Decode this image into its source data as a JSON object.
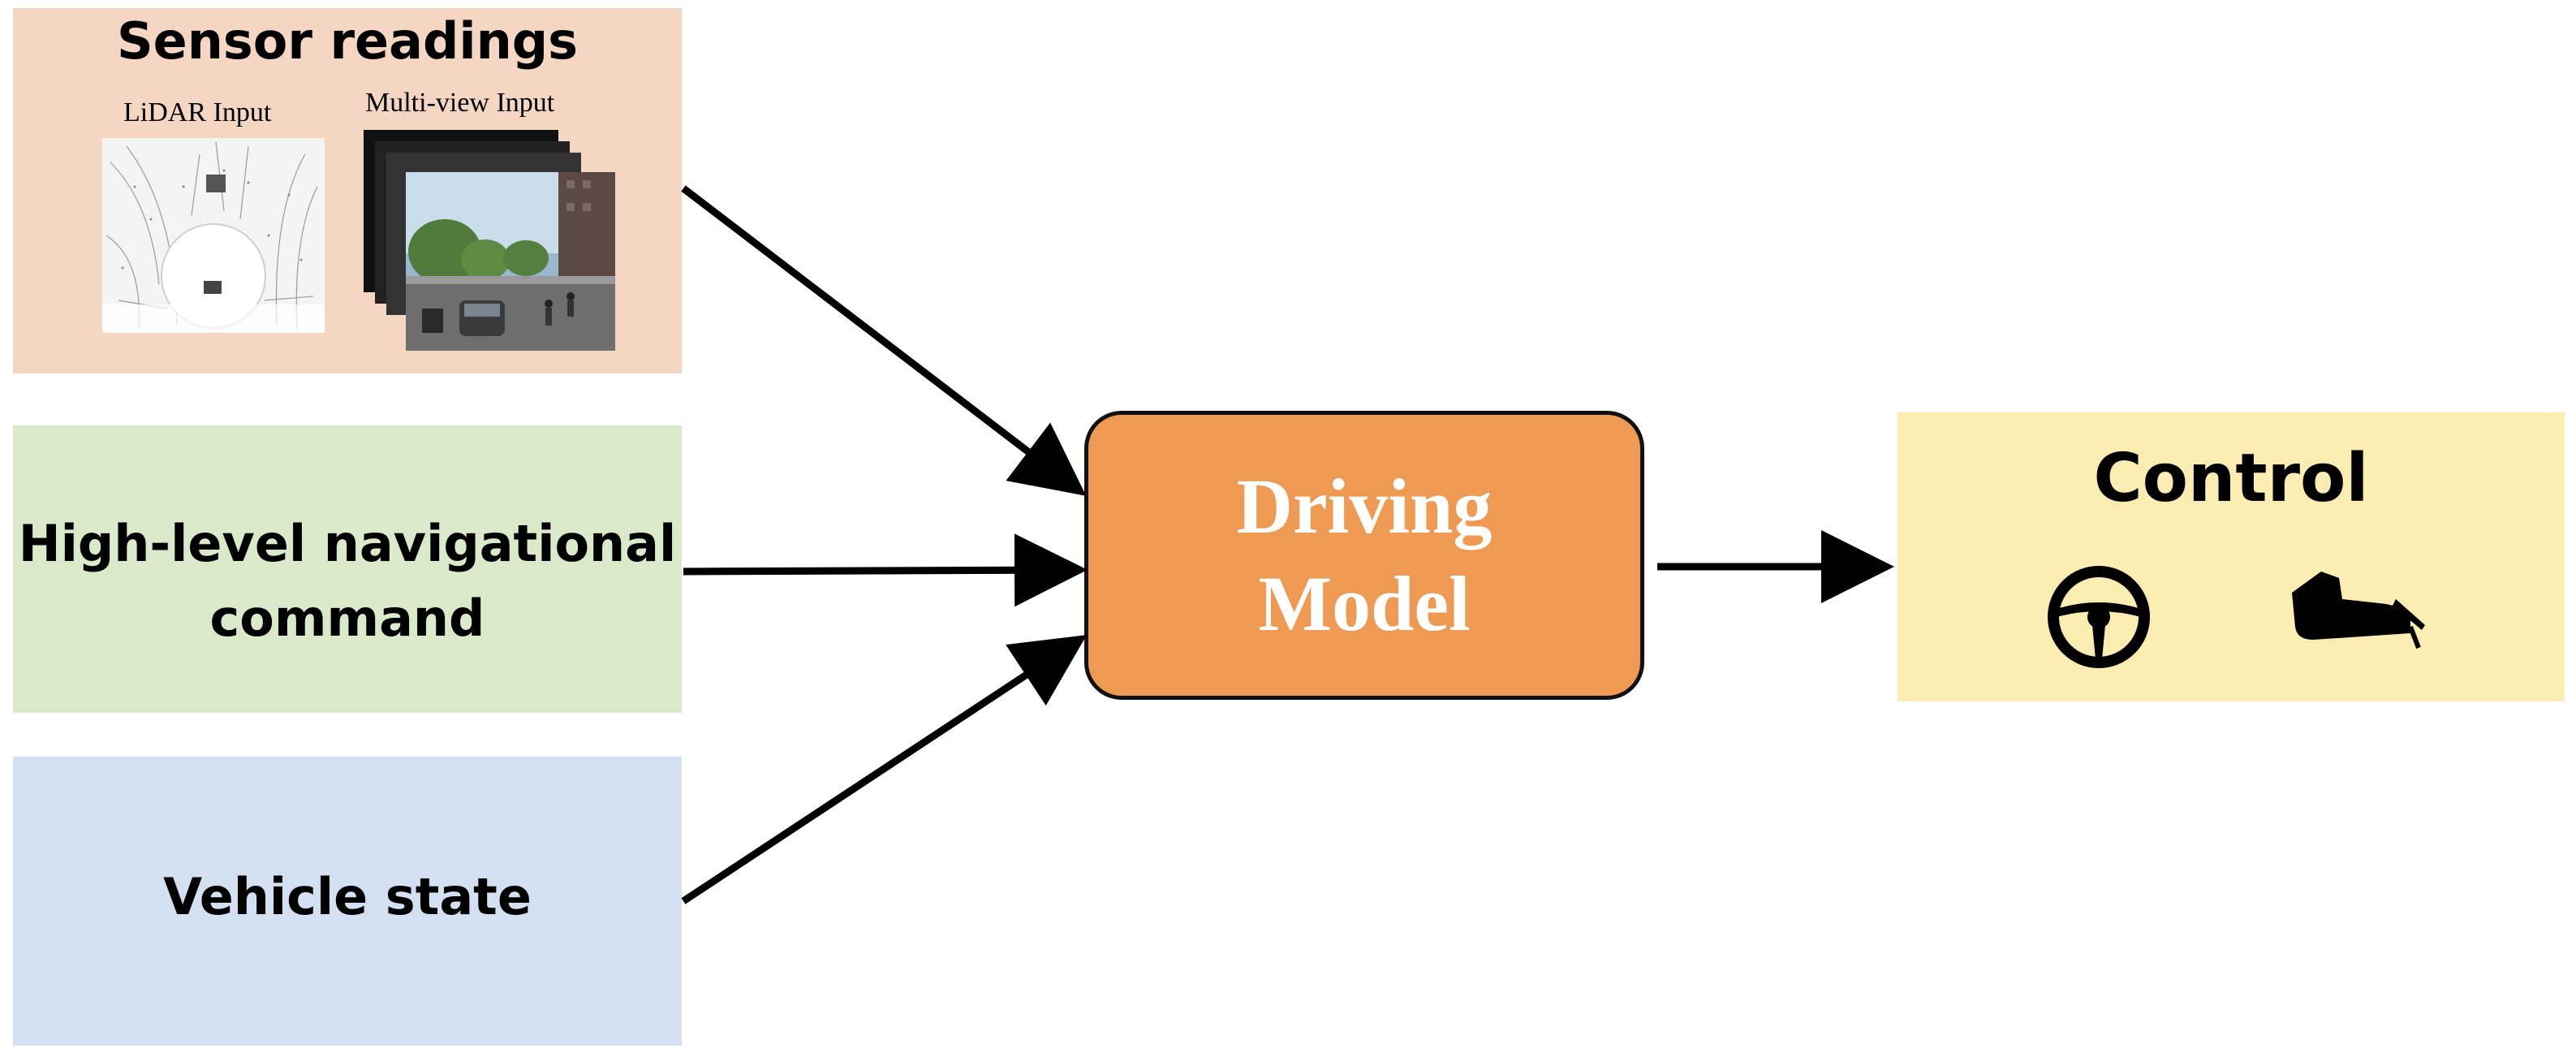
{
  "sensor": {
    "title": "Sensor readings",
    "lidar_label": "LiDAR Input",
    "multiview_label": "Multi-view Input"
  },
  "command": {
    "label": "High-level navigational\ncommand"
  },
  "vehicle_state": {
    "label": "Vehicle state"
  },
  "model": {
    "label": "Driving\nModel"
  },
  "control": {
    "title": "Control",
    "icons": [
      "steering-wheel-icon",
      "pedal-icon"
    ]
  },
  "colors": {
    "sensor_bg": "#f5d6c3",
    "command_bg": "#dbe9cb",
    "state_bg": "#d3e0f1",
    "model_bg": "#ee9a52",
    "control_bg": "#fbedb2"
  }
}
